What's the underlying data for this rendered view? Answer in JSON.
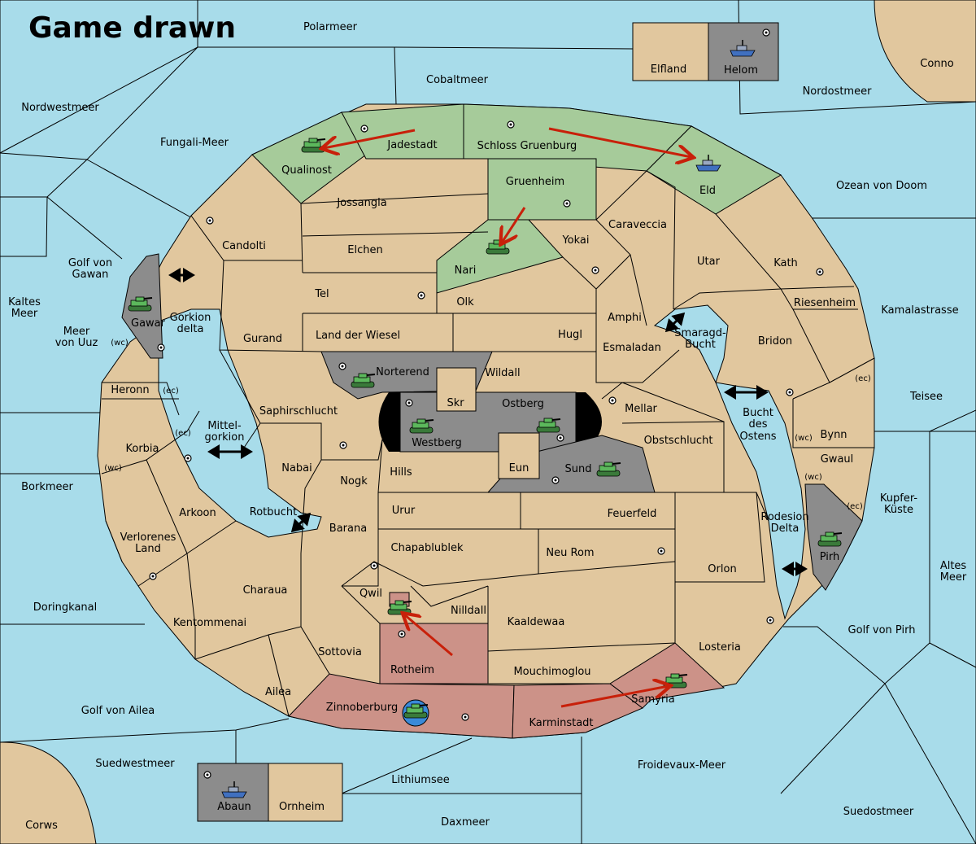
{
  "title": "Game drawn",
  "colors": {
    "sea": "#a8dcea",
    "neutral_land": "#e1c79e",
    "green_power": "#a6cb9a",
    "red_power": "#cc9288",
    "grey_power": "#8c8c8c",
    "order_arrow": "#c8200a",
    "green_unit": "#5cb85c",
    "grey_fleet": "#4070c0"
  },
  "seas": {
    "polarmeer": "Polarmeer",
    "cobaltmeer": "Cobaltmeer",
    "nordwestmeer": "Nordwestmeer",
    "fungali_meer": "Fungali-Meer",
    "nordostmeer": "Nordostmeer",
    "ozean_von_doom": "Ozean von Doom",
    "golf_von_gawan_1": "Golf von",
    "golf_von_gawan_2": "Gawan",
    "kaltes_meer_1": "Kaltes",
    "kaltes_meer_2": "Meer",
    "meer_von_uuz_1": "Meer",
    "meer_von_uuz_2": "von Uuz",
    "gorkion_delta_1": "Gorkion",
    "gorkion_delta_2": "delta",
    "mittelgorkion_1": "Mittel-",
    "mittelgorkion_2": "gorkion",
    "rotbucht": "Rotbucht",
    "smaragd_bucht_1": "Smaragd-",
    "smaragd_bucht_2": "Bucht",
    "bucht_des_ostens_1": "Bucht",
    "bucht_des_ostens_2": "des",
    "bucht_des_ostens_3": "Ostens",
    "rodesion_delta_1": "Rodesion",
    "rodesion_delta_2": "Delta",
    "kamalastrasse": "Kamalastrasse",
    "teisee": "Teisee",
    "kupfer_kueste_1": "Kupfer-",
    "kupfer_kueste_2": "Küste",
    "altes_meer_1": "Altes",
    "altes_meer_2": "Meer",
    "golf_von_pirh": "Golf von Pirh",
    "borkmeer": "Borkmeer",
    "doringkanal": "Doringkanal",
    "golf_von_ailea": "Golf von Ailea",
    "suedwestmeer": "Suedwestmeer",
    "froidevaux_meer": "Froidevaux-Meer",
    "lithiumsee": "Lithiumsee",
    "daxmeer": "Daxmeer",
    "suedostmeer": "Suedostmeer"
  },
  "lands": {
    "conno": "Conno",
    "corws": "Corws",
    "elfland": "Elfland",
    "helom": "Helom",
    "abaun": "Abaun",
    "ornheim": "Ornheim",
    "qualinost": "Qualinost",
    "jadestadt": "Jadestadt",
    "schloss_gruenburg": "Schloss Gruenburg",
    "eld": "Eld",
    "gruenheim": "Gruenheim",
    "nari": "Nari",
    "jossangia": "Jossangia",
    "candolti": "Candolti",
    "elchen": "Elchen",
    "tel": "Tel",
    "olk": "Olk",
    "yokai": "Yokai",
    "caraveccia": "Caraveccia",
    "utar": "Utar",
    "kath": "Kath",
    "riesenheim": "Riesenheim",
    "bridon": "Bridon",
    "amphi": "Amphi",
    "esmaladan": "Esmaladan",
    "hugl": "Hugl",
    "land_der_wiesel": "Land der Wiesel",
    "gurand": "Gurand",
    "gawar": "Gawar",
    "heronn": "Heronn",
    "korbia": "Korbia",
    "arkoon": "Arkoon",
    "verlorenes_land_1": "Verlorenes",
    "verlorenes_land_2": "Land",
    "charaua": "Charaua",
    "kentommenai": "Kentommenai",
    "ailea": "Ailea",
    "saphirschlucht": "Saphirschlucht",
    "norterend": "Norterend",
    "wildall": "Wildall",
    "skr": "Skr",
    "ostberg": "Ostberg",
    "westberg": "Westberg",
    "mellar": "Mellar",
    "obstschlucht": "Obstschlucht",
    "eun": "Eun",
    "sund": "Sund",
    "hills": "Hills",
    "nabai": "Nabai",
    "nogk": "Nogk",
    "barana": "Barana",
    "urur": "Urur",
    "feuerfeld": "Feuerfeld",
    "chapablublek": "Chapablublek",
    "neu_rom": "Neu Rom",
    "qwil": "Qwil",
    "nilldall": "Nilldall",
    "kaaldewaa": "Kaaldewaa",
    "orlon": "Orlon",
    "losteria": "Losteria",
    "sottovia": "Sottovia",
    "rotheim": "Rotheim",
    "mouchimoglou": "Mouchimoglou",
    "zinnoberburg": "Zinnoberburg",
    "karminstadt": "Karminstadt",
    "samyria": "Samyria",
    "bynn": "Bynn",
    "gwaul": "Gwaul",
    "pirh": "Pirh"
  },
  "coasts": {
    "wc": "(wc)",
    "ec": "(ec)"
  },
  "units": [
    {
      "kind": "army",
      "power": "green",
      "at": "Qualinost",
      "icon": "tank-icon"
    },
    {
      "kind": "army",
      "power": "green",
      "at": "Nari",
      "icon": "tank-icon"
    },
    {
      "kind": "fleet",
      "power": "green",
      "at": "Eld",
      "icon": "ship-icon"
    },
    {
      "kind": "fleet",
      "power": "grey",
      "at": "Helom",
      "icon": "ship-icon"
    },
    {
      "kind": "fleet",
      "power": "grey",
      "at": "Abaun",
      "icon": "ship-icon"
    },
    {
      "kind": "army",
      "power": "grey",
      "at": "Gawar",
      "icon": "tank-icon"
    },
    {
      "kind": "army",
      "power": "grey",
      "at": "Norterend",
      "icon": "tank-icon"
    },
    {
      "kind": "army",
      "power": "grey",
      "at": "Westberg",
      "icon": "tank-icon"
    },
    {
      "kind": "army",
      "power": "grey",
      "at": "Ostberg",
      "icon": "tank-icon"
    },
    {
      "kind": "army",
      "power": "grey",
      "at": "Sund",
      "icon": "tank-icon"
    },
    {
      "kind": "army",
      "power": "grey",
      "at": "Pirh",
      "icon": "tank-icon"
    },
    {
      "kind": "army",
      "power": "red",
      "at": "Qwil",
      "icon": "tank-icon"
    },
    {
      "kind": "army",
      "power": "red",
      "at": "Zinnoberburg",
      "icon": "tank-icon"
    },
    {
      "kind": "army",
      "power": "red",
      "at": "Samyria",
      "icon": "tank-icon"
    }
  ],
  "orders": [
    {
      "from": "Jadestadt",
      "to": "Qualinost"
    },
    {
      "from": "Schloss Gruenburg",
      "to": "Eld"
    },
    {
      "from": "Gruenheim",
      "to": "Nari"
    },
    {
      "from": "Rotheim",
      "to": "Qwil"
    },
    {
      "from": "Karminstadt",
      "to": "Samyria"
    }
  ]
}
